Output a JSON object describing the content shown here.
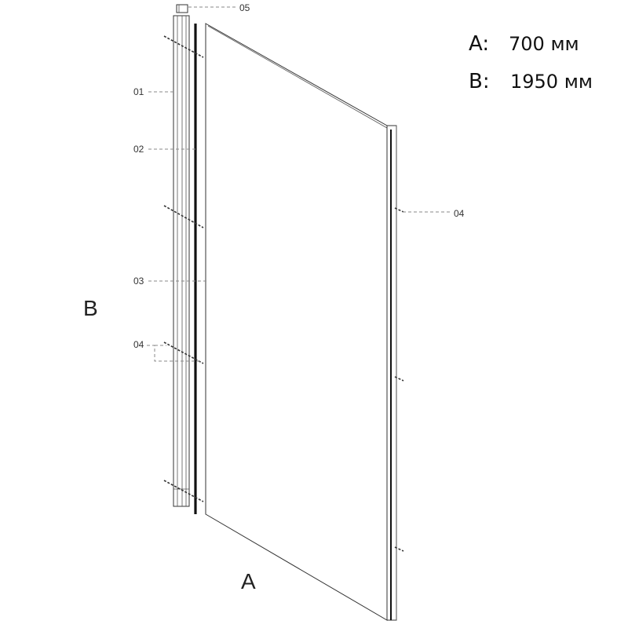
{
  "specs": [
    {
      "key": "A:",
      "value": "700 мм"
    },
    {
      "key": "B:",
      "value": "1950 мм"
    }
  ],
  "dimensions": {
    "width_letter": "A",
    "height_letter": "B"
  },
  "callouts": {
    "wall_profile": "01",
    "seal_strip": "02",
    "glass_panel": "03",
    "screws_left": "04",
    "screws_right": "04",
    "end_cap": "05"
  },
  "colors": {
    "line": "#333333",
    "seal": "#111111",
    "leader": "#8a8a8a",
    "text": "#222222"
  }
}
